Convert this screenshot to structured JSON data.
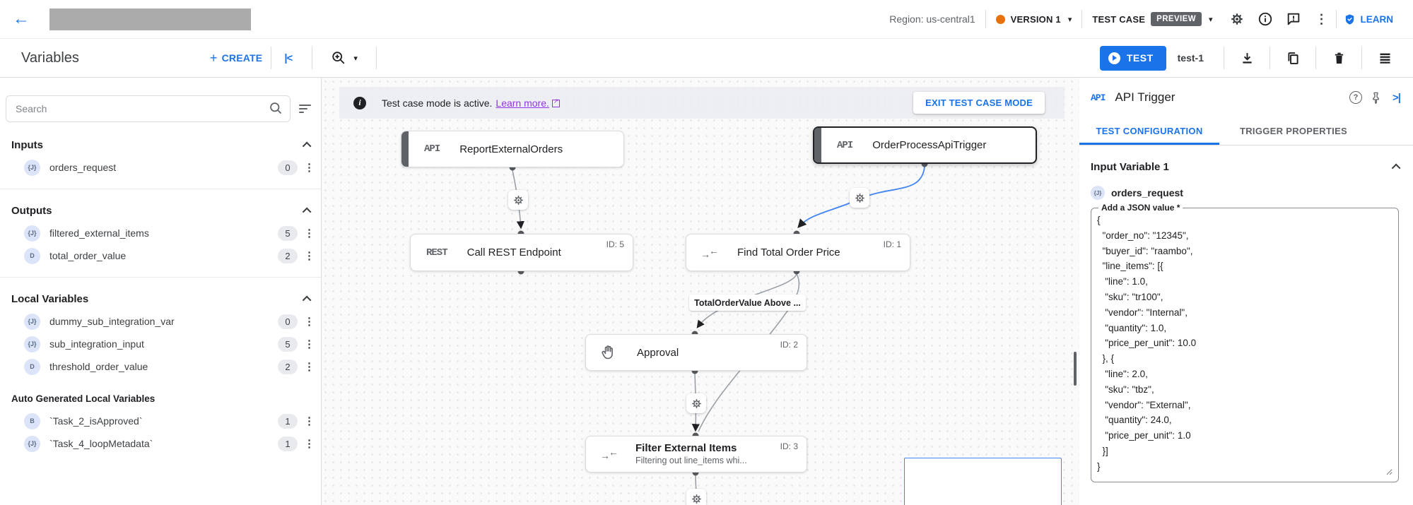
{
  "header": {
    "region": "Region: us-central1",
    "version_label": "VERSION 1",
    "test_case_label": "TEST CASE",
    "preview_badge": "PREVIEW",
    "learn_label": "LEARN"
  },
  "toolbar": {
    "title": "Variables",
    "create_label": "CREATE",
    "test_button_label": "TEST",
    "test_name": "test-1"
  },
  "sidebar": {
    "search_placeholder": "Search",
    "sections": {
      "inputs": {
        "title": "Inputs",
        "items": [
          {
            "icon": "{J}",
            "name": "orders_request",
            "count": "0"
          }
        ]
      },
      "outputs": {
        "title": "Outputs",
        "items": [
          {
            "icon": "{J}",
            "name": "filtered_external_items",
            "count": "5"
          },
          {
            "icon": "D",
            "name": "total_order_value",
            "count": "2"
          }
        ]
      },
      "locals": {
        "title": "Local Variables",
        "items": [
          {
            "icon": "{J}",
            "name": "dummy_sub_integration_var",
            "count": "0"
          },
          {
            "icon": "{J}",
            "name": "sub_integration_input",
            "count": "5"
          },
          {
            "icon": "D",
            "name": "threshold_order_value",
            "count": "2"
          }
        ],
        "auto_title": "Auto Generated Local Variables",
        "auto_items": [
          {
            "icon": "B",
            "name": "`Task_2_isApproved`",
            "count": "1"
          },
          {
            "icon": "{J}",
            "name": "`Task_4_loopMetadata`",
            "count": "1"
          }
        ]
      }
    }
  },
  "canvas": {
    "banner": {
      "text": "Test case mode is active.",
      "link": "Learn more.",
      "exit_button": "EXIT TEST CASE MODE"
    },
    "nodes": [
      {
        "chip": "API",
        "title": "ReportExternalOrders"
      },
      {
        "chip": "API",
        "title": "OrderProcessApiTrigger"
      },
      {
        "chip": "REST",
        "title": "Call REST Endpoint",
        "id": "ID: 5"
      },
      {
        "title": "Find Total Order Price",
        "id": "ID: 1"
      },
      {
        "title": "Approval",
        "id": "ID: 2"
      },
      {
        "title": "Filter External Items",
        "subtitle": "Filtering out line_items whi...",
        "id": "ID: 3"
      }
    ],
    "edge_label": "TotalOrderValue Above ..."
  },
  "panel": {
    "chip": "API",
    "title": "API Trigger",
    "tabs": [
      {
        "label": "TEST CONFIGURATION"
      },
      {
        "label": "TRIGGER PROPERTIES"
      }
    ],
    "section_title": "Input Variable 1",
    "variable": {
      "icon": "{J}",
      "name": "orders_request"
    },
    "field_label": "Add a JSON value *",
    "json_value": "{\n  \"order_no\": \"12345\",\n  \"buyer_id\": \"raambo\",\n  \"line_items\": [{\n   \"line\": 1.0,\n   \"sku\": \"tr100\",\n   \"vendor\": \"Internal\",\n   \"quantity\": 1.0,\n   \"price_per_unit\": 10.0\n  }, {\n   \"line\": 2.0,\n   \"sku\": \"tbz\",\n   \"vendor\": \"External\",\n   \"quantity\": 24.0,\n   \"price_per_unit\": 1.0\n  }]\n}"
  },
  "colors": {
    "accent_blue": "#1a73e8",
    "edge_blue": "#4285f4",
    "version_dot_orange": "#e8710a",
    "preview_badge_bg": "#5f6368",
    "link_purple": "#9334e6",
    "text_primary": "#202124",
    "text_secondary": "#5f6368"
  }
}
